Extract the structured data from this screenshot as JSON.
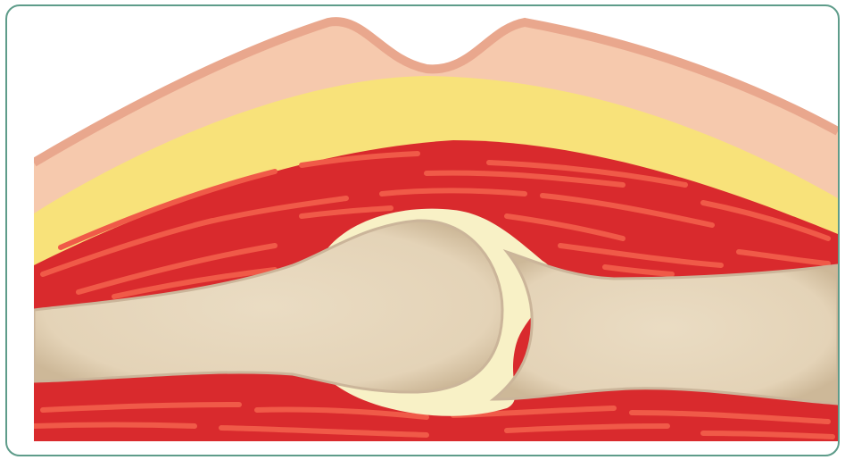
{
  "diagram": {
    "colors": {
      "frame_border": "#5e9c8a",
      "skin": "#f6c9ad",
      "skin_edge": "#e9a78d",
      "fat": "#f8e27a",
      "muscle": "#d92a2d",
      "muscle_fiber": "#f05a48",
      "bone": "#eadcc3",
      "bone_edge": "#cbb59a",
      "cartilage": "#f8f1c6"
    },
    "layers": [
      "skin",
      "fat",
      "muscle",
      "bone",
      "joint-cartilage",
      "bone",
      "muscle"
    ]
  }
}
